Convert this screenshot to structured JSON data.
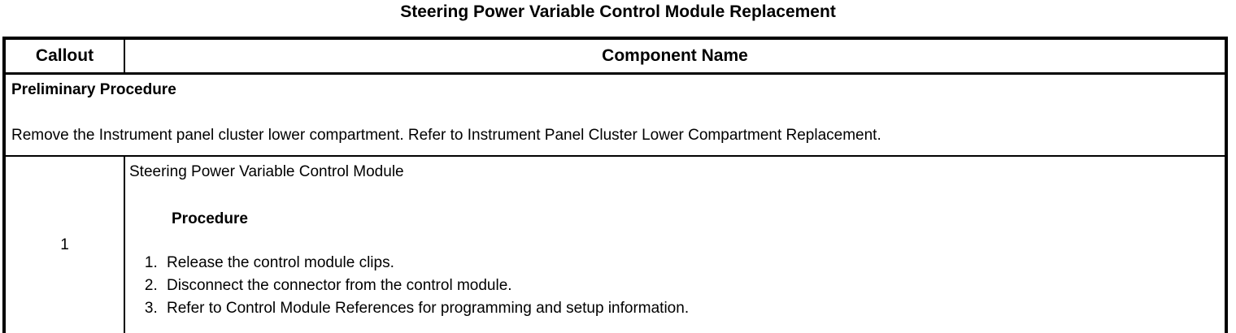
{
  "title": "Steering Power Variable Control Module Replacement",
  "table": {
    "headers": {
      "callout": "Callout",
      "component": "Component Name"
    },
    "preliminary": {
      "heading": "Preliminary Procedure",
      "text": "Remove the Instrument panel cluster lower compartment. Refer to Instrument Panel Cluster Lower Compartment Replacement."
    },
    "rows": [
      {
        "callout": "1",
        "component_name": "Steering Power Variable Control Module",
        "procedure_heading": "Procedure",
        "steps": [
          "Release the control module clips.",
          "Disconnect the connector from the control module.",
          "Refer to Control Module References for programming and setup information."
        ]
      }
    ]
  },
  "colors": {
    "background": "#ffffff",
    "text": "#000000",
    "border": "#000000"
  }
}
